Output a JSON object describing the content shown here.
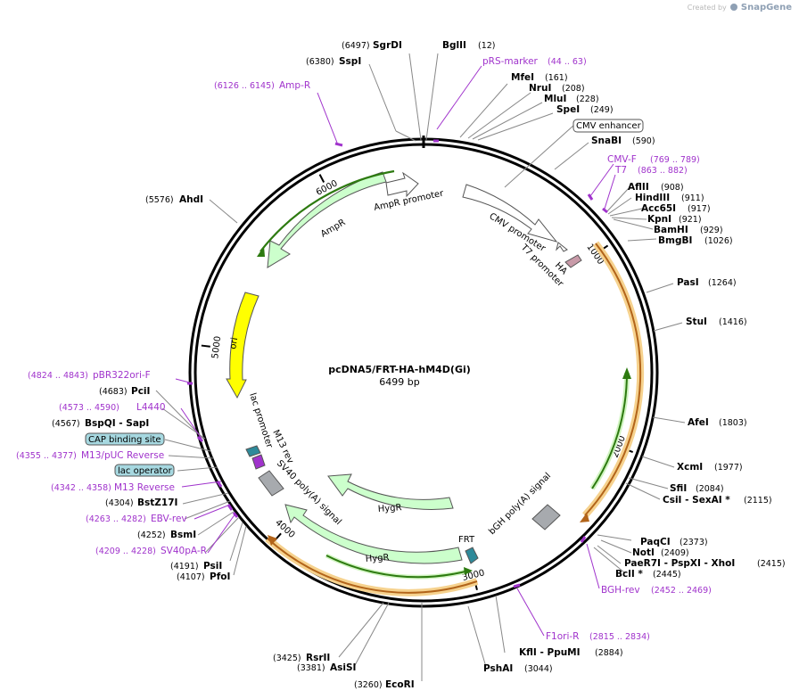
{
  "app": {
    "credit": "Created by",
    "brand": "SnapGene"
  },
  "plasmid": {
    "name": "pcDNA5/FRT-HA-hM4D(Gi)",
    "length": "6499 bp",
    "total_bp": 6499,
    "ticks": [
      "1000",
      "2000",
      "3000",
      "4000",
      "5000",
      "6000"
    ]
  },
  "colors": {
    "primer": "#a033cc",
    "backbone": "#000000",
    "gene_fill": "#ccffcc",
    "ori_fill": "#ffff00",
    "orange": "#f0a030",
    "green": "#2d7a10",
    "signal_fill": "#a7aaae",
    "teal": "#2e8a9a",
    "feature_box": "#a6d8e0"
  },
  "features": [
    {
      "id": "cmv-enhancer",
      "label": "CMV enhancer",
      "kind": "box-label"
    },
    {
      "id": "cmv-promoter",
      "label": "CMV promoter"
    },
    {
      "id": "t7-promoter",
      "label": "T7 promoter"
    },
    {
      "id": "ha",
      "label": "HA"
    },
    {
      "id": "ampr-promoter",
      "label": "AmpR promoter"
    },
    {
      "id": "ampr",
      "label": "AmpR"
    },
    {
      "id": "ori",
      "label": "ori"
    },
    {
      "id": "lac-promoter",
      "label": "lac promoter"
    },
    {
      "id": "m13-rev",
      "label": "M13 rev"
    },
    {
      "id": "sv40-polya",
      "label": "SV40 poly(A) signal"
    },
    {
      "id": "hygr-1",
      "label": "HygR"
    },
    {
      "id": "hygr-2",
      "label": "HygR"
    },
    {
      "id": "frt",
      "label": "FRT"
    },
    {
      "id": "bgh-polya",
      "label": "bGH poly(A) signal"
    }
  ],
  "labels": [
    {
      "name": "SgrDI",
      "pos": "(6497)",
      "kind": "enzyme"
    },
    {
      "name": "BglII",
      "pos": "(12)",
      "kind": "enzyme"
    },
    {
      "name": "pRS-marker",
      "pos": "(44 .. 63)",
      "kind": "primer"
    },
    {
      "name": "SspI",
      "pos": "(6380)",
      "kind": "enzyme"
    },
    {
      "name": "MfeI",
      "pos": "(161)",
      "kind": "enzyme"
    },
    {
      "name": "NruI",
      "pos": "(208)",
      "kind": "enzyme"
    },
    {
      "name": "MluI",
      "pos": "(228)",
      "kind": "enzyme"
    },
    {
      "name": "SpeI",
      "pos": "(249)",
      "kind": "enzyme"
    },
    {
      "name": "Amp-R",
      "pos": "(6126 .. 6145)",
      "kind": "primer"
    },
    {
      "name": "SnaBI",
      "pos": "(590)",
      "kind": "enzyme"
    },
    {
      "name": "CMV-F",
      "pos": "(769 .. 789)",
      "kind": "primer"
    },
    {
      "name": "T7",
      "pos": "(863 .. 882)",
      "kind": "primer"
    },
    {
      "name": "AflII",
      "pos": "(908)",
      "kind": "enzyme"
    },
    {
      "name": "HindIII",
      "pos": "(911)",
      "kind": "enzyme"
    },
    {
      "name": "Acc65I",
      "pos": "(917)",
      "kind": "enzyme"
    },
    {
      "name": "KpnI",
      "pos": "(921)",
      "kind": "enzyme"
    },
    {
      "name": "BamHI",
      "pos": "(929)",
      "kind": "enzyme"
    },
    {
      "name": "BmgBI",
      "pos": "(1026)",
      "kind": "enzyme"
    },
    {
      "name": "AhdI",
      "pos": "(5576)",
      "kind": "enzyme"
    },
    {
      "name": "PasI",
      "pos": "(1264)",
      "kind": "enzyme"
    },
    {
      "name": "StuI",
      "pos": "(1416)",
      "kind": "enzyme"
    },
    {
      "name": "pBR322ori-F",
      "pos": "(4824 .. 4843)",
      "kind": "primer"
    },
    {
      "name": "PciI",
      "pos": "(4683)",
      "kind": "enzyme"
    },
    {
      "name": "L4440",
      "pos": "(4573 .. 4590)",
      "kind": "primer"
    },
    {
      "name": "BspQI  - SapI",
      "pos": "(4567)",
      "kind": "enzyme"
    },
    {
      "name": "AfeI",
      "pos": "(1803)",
      "kind": "enzyme"
    },
    {
      "name": "CAP binding site",
      "pos": "",
      "kind": "box"
    },
    {
      "name": "M13/pUC Reverse",
      "pos": "(4355 .. 4377)",
      "kind": "primer"
    },
    {
      "name": "XcmI",
      "pos": "(1977)",
      "kind": "enzyme"
    },
    {
      "name": "lac operator",
      "pos": "",
      "kind": "box"
    },
    {
      "name": "M13 Reverse",
      "pos": "(4342 .. 4358)",
      "kind": "primer"
    },
    {
      "name": "SfiI",
      "pos": "(2084)",
      "kind": "enzyme"
    },
    {
      "name": "CsiI  - SexAI *",
      "pos": "(2115)",
      "kind": "enzyme"
    },
    {
      "name": "BstZ17I",
      "pos": "(4304)",
      "kind": "enzyme"
    },
    {
      "name": "EBV-rev",
      "pos": "(4263 .. 4282)",
      "kind": "primer"
    },
    {
      "name": "BsmI",
      "pos": "(4252)",
      "kind": "enzyme"
    },
    {
      "name": "SV40pA-R",
      "pos": "(4209 .. 4228)",
      "kind": "primer"
    },
    {
      "name": "PaqCI",
      "pos": "(2373)",
      "kind": "enzyme"
    },
    {
      "name": "NotI",
      "pos": "(2409)",
      "kind": "enzyme"
    },
    {
      "name": "PaeR7I  - PspXI  - XhoI",
      "pos": "(2415)",
      "kind": "enzyme"
    },
    {
      "name": "BclI *",
      "pos": "(2445)",
      "kind": "enzyme"
    },
    {
      "name": "PsiI",
      "pos": "(4191)",
      "kind": "enzyme"
    },
    {
      "name": "PfoI",
      "pos": "(4107)",
      "kind": "enzyme"
    },
    {
      "name": "BGH-rev",
      "pos": "(2452 .. 2469)",
      "kind": "primer"
    },
    {
      "name": "F1ori-R",
      "pos": "(2815 .. 2834)",
      "kind": "primer"
    },
    {
      "name": "KflI  - PpuMI",
      "pos": "(2884)",
      "kind": "enzyme"
    },
    {
      "name": "PshAI",
      "pos": "(3044)",
      "kind": "enzyme"
    },
    {
      "name": "RsrII",
      "pos": "(3425)",
      "kind": "enzyme"
    },
    {
      "name": "AsiSI",
      "pos": "(3381)",
      "kind": "enzyme"
    },
    {
      "name": "EcoRI",
      "pos": "(3260)",
      "kind": "enzyme"
    }
  ]
}
